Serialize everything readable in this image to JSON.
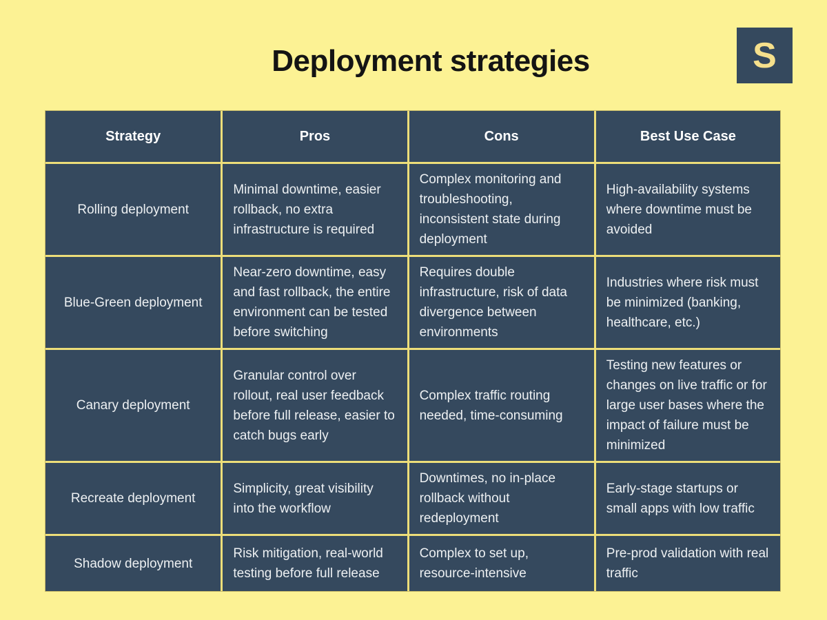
{
  "page": {
    "title": "Deployment strategies",
    "background_color": "#FCF294",
    "title_color": "#141414"
  },
  "logo": {
    "letter": "S",
    "square_color": "#35495E",
    "letter_color": "#F6E08C"
  },
  "table": {
    "colors": {
      "cell_background": "#35495E",
      "grid_line": "#EDDE79",
      "outer_border": "#C8BA68",
      "header_text": "#FFFFFF",
      "body_text": "#EDF0F2"
    },
    "columns": [
      "Strategy",
      "Pros",
      "Cons",
      "Best Use Case"
    ],
    "rows": [
      {
        "strategy": "Rolling deployment",
        "pros": "Minimal downtime, easier rollback, no extra infrastructure is required",
        "cons": "Complex monitoring and troubleshooting, inconsistent state during deployment",
        "best_use_case": "High-availability systems where downtime must be avoided"
      },
      {
        "strategy": "Blue-Green deployment",
        "pros": "Near-zero downtime, easy and fast rollback, the entire environment can be tested before switching",
        "cons": "Requires double infrastructure, risk of data divergence between environments",
        "best_use_case": "Industries where risk must be minimized (banking, healthcare, etc.)"
      },
      {
        "strategy": "Canary deployment",
        "pros": "Granular control over rollout, real user feedback before full release, easier to catch bugs early",
        "cons": "Complex traffic routing needed, time-consuming",
        "best_use_case": "Testing new features or changes on live traffic or for large user bases where the impact of failure must be minimized"
      },
      {
        "strategy": "Recreate deployment",
        "pros": "Simplicity, great visibility into the workflow",
        "cons": "Downtimes, no in-place rollback without redeployment",
        "best_use_case": "Early-stage startups or small apps with low traffic"
      },
      {
        "strategy": "Shadow deployment",
        "pros": "Risk mitigation, real-world testing before full release",
        "cons": "Complex to set up, resource-intensive",
        "best_use_case": "Pre-prod validation with real traffic"
      }
    ]
  }
}
